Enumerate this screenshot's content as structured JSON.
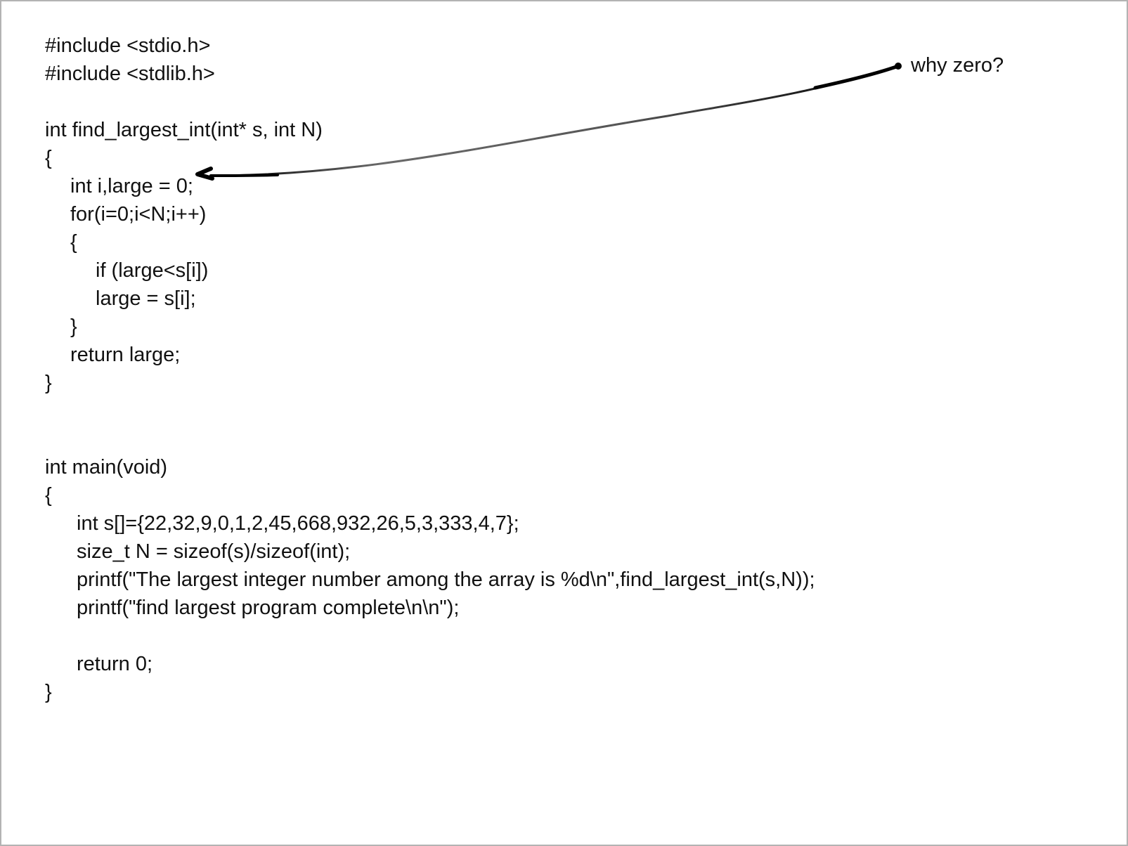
{
  "code_lines": [
    {
      "text": "#include <stdio.h>",
      "indent": 0
    },
    {
      "text": "#include <stdlib.h>",
      "indent": 0
    },
    {
      "text": "",
      "indent": 0
    },
    {
      "text": "int find_largest_int(int* s, int N)",
      "indent": 0
    },
    {
      "text": "{",
      "indent": 0
    },
    {
      "text": "int i,large = 0;",
      "indent": 1
    },
    {
      "text": "for(i=0;i<N;i++)",
      "indent": 1
    },
    {
      "text": "{",
      "indent": 1
    },
    {
      "text": "if (large<s[i])",
      "indent": 2
    },
    {
      "text": "large = s[i];",
      "indent": 2
    },
    {
      "text": "}",
      "indent": 1
    },
    {
      "text": "return large;",
      "indent": 1
    },
    {
      "text": "}",
      "indent": 0
    },
    {
      "text": "",
      "indent": 0
    },
    {
      "text": "",
      "indent": 0
    },
    {
      "text": "",
      "indent": 0
    },
    {
      "text": "int main(void)",
      "indent": 0
    },
    {
      "text": "{",
      "indent": 0
    },
    {
      "text": "int s[]={22,32,9,0,1,2,45,668,932,26,5,3,333,4,7};",
      "indent": 1
    },
    {
      "text": "size_t N = sizeof(s)/sizeof(int);",
      "indent": 1
    },
    {
      "text": "printf(\"The largest integer number among the array is %d\\n\",find_largest_int(s,N));",
      "indent": 1
    },
    {
      "text": "printf(\"find largest program complete\\n\\n\");",
      "indent": 1
    },
    {
      "text": "",
      "indent": 0
    },
    {
      "text": "return 0;",
      "indent": 1
    },
    {
      "text": "}",
      "indent": 0
    }
  ],
  "annotation": {
    "text": "why zero?",
    "arrow_color": "#000000"
  }
}
